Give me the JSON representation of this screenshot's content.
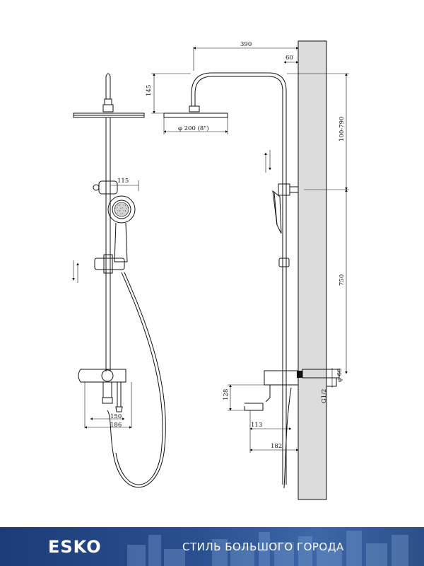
{
  "drawing": {
    "dimensions": {
      "top_width": "390",
      "wall_offset": "60",
      "head_drop": "145",
      "head_diameter": "φ 200 (8\")",
      "adjust_range": "100-790",
      "holder_offset": "115",
      "bar_spacing": "750",
      "mixer_height": "128",
      "connector_diameter": "φ 60",
      "thread": "G1/2",
      "spout_length": "113",
      "mixer_depth": "182",
      "mixer_width_inner": "150",
      "mixer_width_outer": "186"
    }
  },
  "footer": {
    "brand": "ESKO",
    "slogan": "СТИЛЬ БОЛЬШОГО ГОРОДА"
  }
}
